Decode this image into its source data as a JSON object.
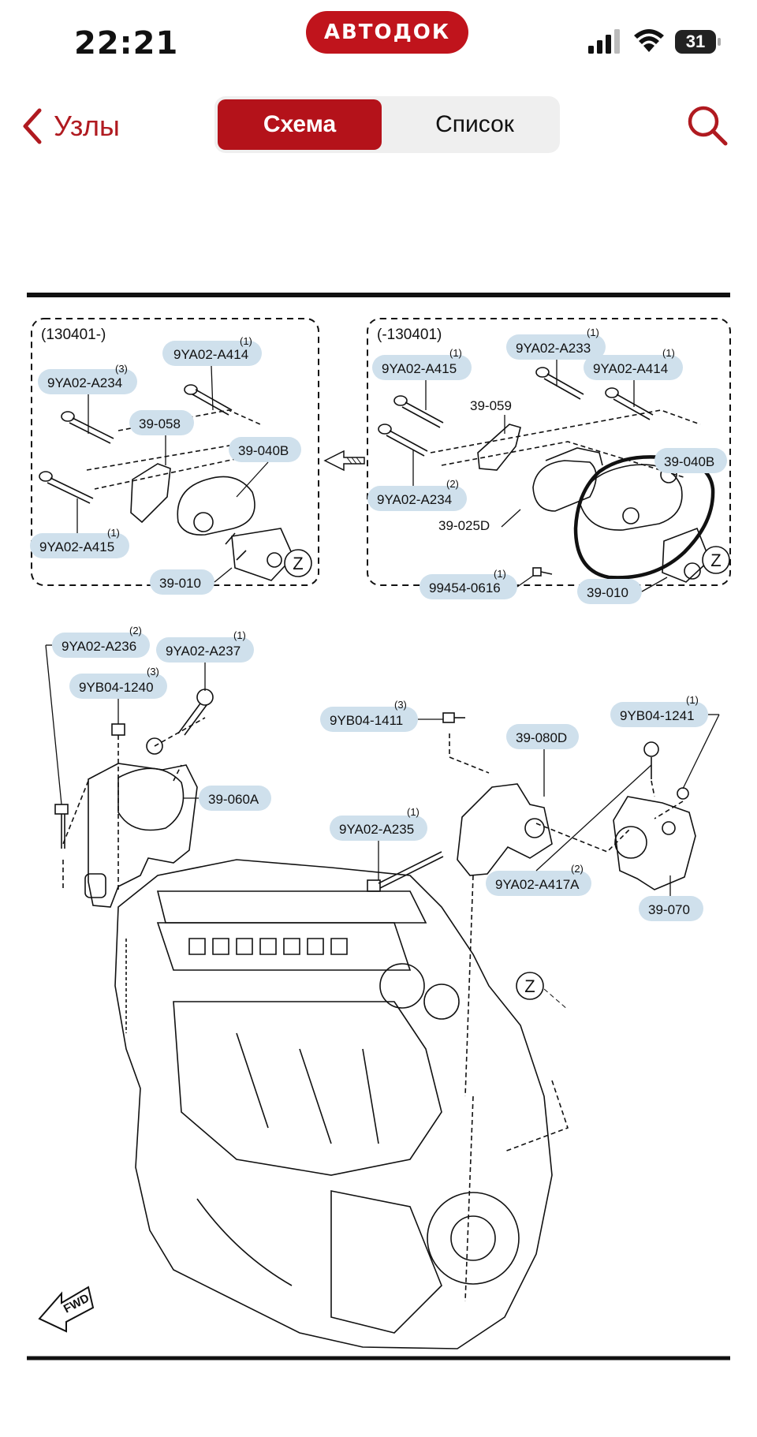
{
  "status_bar": {
    "time": "22:21",
    "brand": "АВТОДОК",
    "battery": "31"
  },
  "nav": {
    "back_label": "Узлы",
    "tabs": [
      {
        "label": "Схема",
        "active": true
      },
      {
        "label": "Список",
        "active": false
      }
    ],
    "accent_color": "#b4121a"
  },
  "diagram": {
    "inset_left": {
      "header": "(130401-)",
      "labels": [
        {
          "text": "9YA02-A414",
          "sup": "(1)"
        },
        {
          "text": "9YA02-A234",
          "sup": "(3)"
        },
        {
          "text": "39-058",
          "sup": ""
        },
        {
          "text": "39-040B",
          "sup": ""
        },
        {
          "text": "9YA02-A415",
          "sup": "(1)"
        },
        {
          "text": "39-010",
          "sup": ""
        }
      ],
      "view": "Z"
    },
    "inset_right": {
      "header": "(-130401)",
      "labels": [
        {
          "text": "9YA02-A233",
          "sup": "(1)"
        },
        {
          "text": "9YA02-A415",
          "sup": "(1)"
        },
        {
          "text": "9YA02-A414",
          "sup": "(1)"
        },
        {
          "text": "39-059",
          "sup": ""
        },
        {
          "text": "39-040B",
          "sup": ""
        },
        {
          "text": "9YA02-A234",
          "sup": "(2)"
        },
        {
          "text": "39-025D",
          "sup": ""
        },
        {
          "text": "99454-0616",
          "sup": "(1)"
        },
        {
          "text": "39-010",
          "sup": ""
        }
      ],
      "view": "Z"
    },
    "main": {
      "labels": [
        {
          "text": "9YA02-A236",
          "sup": "(2)"
        },
        {
          "text": "9YA02-A237",
          "sup": "(1)"
        },
        {
          "text": "9YB04-1240",
          "sup": "(3)"
        },
        {
          "text": "9YB04-1411",
          "sup": "(3)"
        },
        {
          "text": "39-080D",
          "sup": ""
        },
        {
          "text": "9YB04-1241",
          "sup": "(1)"
        },
        {
          "text": "39-060A",
          "sup": ""
        },
        {
          "text": "9YA02-A235",
          "sup": "(1)"
        },
        {
          "text": "9YA02-A417A",
          "sup": "(2)"
        },
        {
          "text": "39-070",
          "sup": ""
        }
      ],
      "view": "Z",
      "fwd": "FWD"
    }
  }
}
